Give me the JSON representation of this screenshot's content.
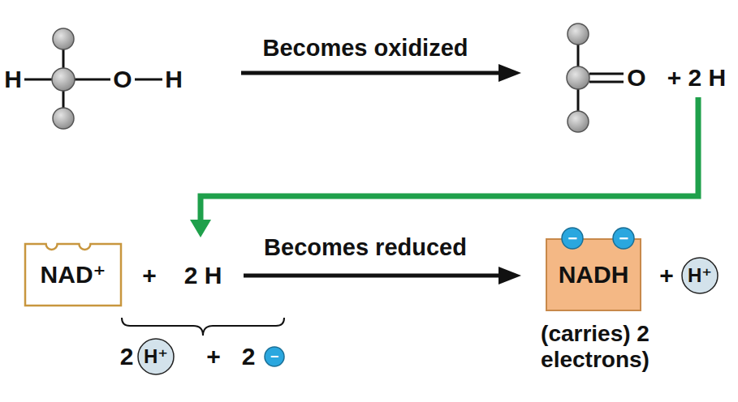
{
  "diagram": {
    "nodes": [
      {
        "text": [
          "NAD⁺"
        ]
      },
      {
        "text": [
          "NADH"
        ]
      },
      {
        "text": [
          "−"
        ],
        "in": 1
      },
      {
        "text": [
          "−"
        ],
        "in": 1
      },
      {
        "text": [
          "H⁺"
        ]
      },
      {
        "text": [
          "H⁺"
        ]
      },
      {
        "text": [
          "−"
        ]
      }
    ],
    "labels": [
      "H",
      "O",
      "H",
      "Becomes oxidized",
      "O",
      "+ 2 H",
      "+",
      "2 H",
      "Becomes reduced",
      "+",
      "(carries) 2 electrons)",
      "2",
      "+",
      "2"
    ]
  }
}
